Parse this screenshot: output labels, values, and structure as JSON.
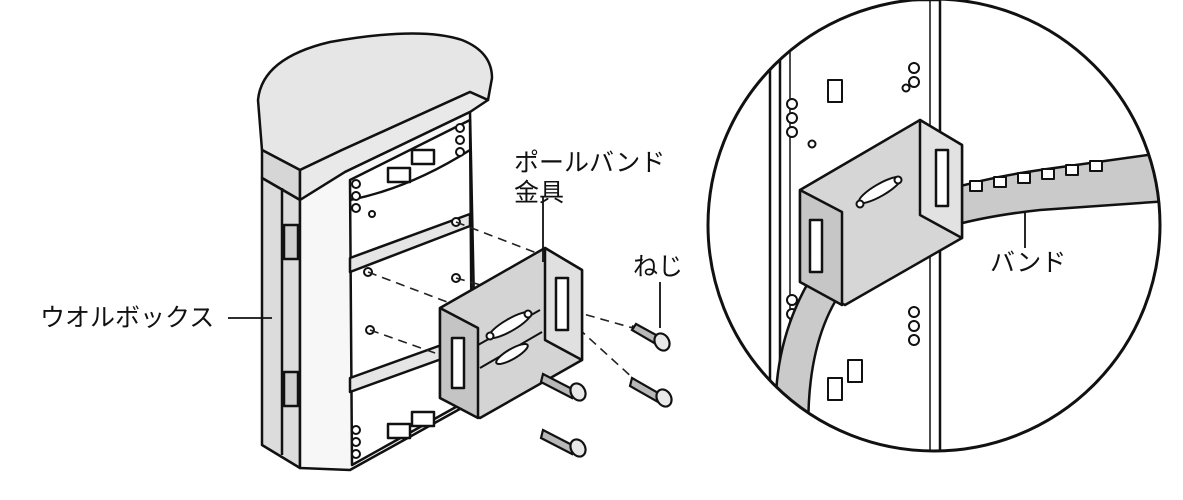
{
  "labels": {
    "wall_box": "ウオルボックス",
    "pole_band_bracket_line1": "ポールバンド",
    "pole_band_bracket_line2": "金具",
    "screw": "ねじ",
    "band": "バンド"
  },
  "colors": {
    "line": "#111111",
    "bracket_fill": "#d2d2d2",
    "box_fill": "#f2f2f2",
    "band_fill": "#c9c9c9"
  }
}
